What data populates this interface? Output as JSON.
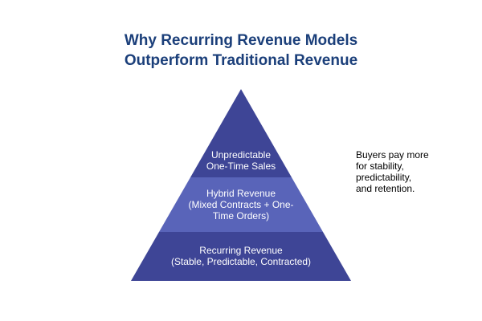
{
  "title": {
    "line1": "Why Recurring Revenue Models",
    "line2": "Outperform Traditional Revenue"
  },
  "pyramid": [
    {
      "line1": "Unpredictable",
      "line2": "One-Time Sales",
      "color": "#3e4596"
    },
    {
      "line1": "Hybrid Revenue",
      "line2": "(Mixed Contracts + One-",
      "line3": "Time Orders)",
      "color": "#5964b9"
    },
    {
      "line1": "Recurring Revenue",
      "line2": "(Stable, Predictable, Contracted)",
      "color": "#3e4596"
    }
  ],
  "note": {
    "line1": "Buyers pay more",
    "line2": "for stability,",
    "line3": "predictability,",
    "line4": "and retention."
  }
}
